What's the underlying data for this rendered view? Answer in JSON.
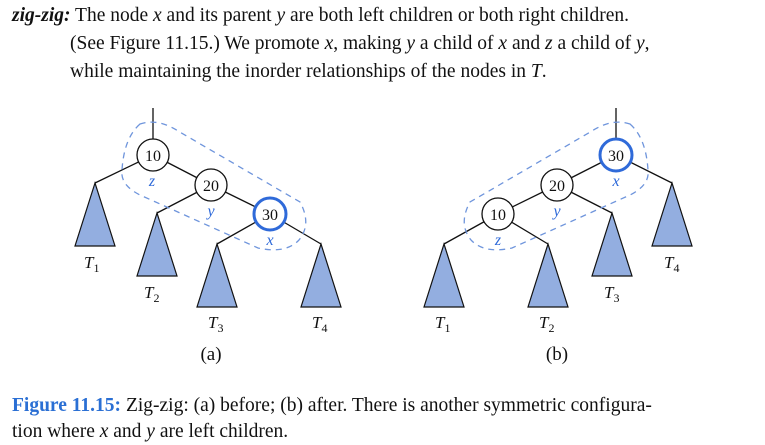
{
  "paragraph": {
    "term": "zig-zig",
    "colon": ":",
    "line1_rest": " The node ",
    "x": "x",
    "line1_mid": " and its parent ",
    "y": "y",
    "line1_end": " are both left children or both right children.",
    "line2_a": "(See Figure 11.15.) We promote ",
    "line2_b": ", making ",
    "line2_c": " a child of ",
    "line2_d": " and ",
    "z": "z",
    "line2_e": " a child of ",
    "line2_f": ",",
    "line3_a": "while maintaining the inorder relationships of the nodes in ",
    "T": "T",
    "line3_end": "."
  },
  "figure": {
    "panel_a": {
      "label": "(a)",
      "nodes": [
        {
          "key": "10",
          "role": "z"
        },
        {
          "key": "20",
          "role": "y"
        },
        {
          "key": "30",
          "role": "x"
        }
      ],
      "subtrees": [
        "T",
        "T",
        "T",
        "T"
      ],
      "subtree_subscripts": [
        "1",
        "2",
        "3",
        "4"
      ]
    },
    "panel_b": {
      "label": "(b)",
      "nodes": [
        {
          "key": "30",
          "role": "x"
        },
        {
          "key": "20",
          "role": "y"
        },
        {
          "key": "10",
          "role": "z"
        }
      ],
      "subtrees": [
        "T",
        "T",
        "T",
        "T"
      ],
      "subtree_subscripts": [
        "4",
        "3",
        "1",
        "2"
      ]
    },
    "colors": {
      "highlight": "#2f6ad9",
      "triangle_fill": "#93aee0",
      "dashed": "#6f95dc"
    }
  },
  "caption": {
    "label": "Figure 11.15:",
    "text_a": " Zig-zig: (a) before; (b) after. There is another symmetric configura-",
    "text_b_pre": "tion where ",
    "x": "x",
    "text_b_mid": " and ",
    "y": "y",
    "text_b_end": " are left children."
  }
}
